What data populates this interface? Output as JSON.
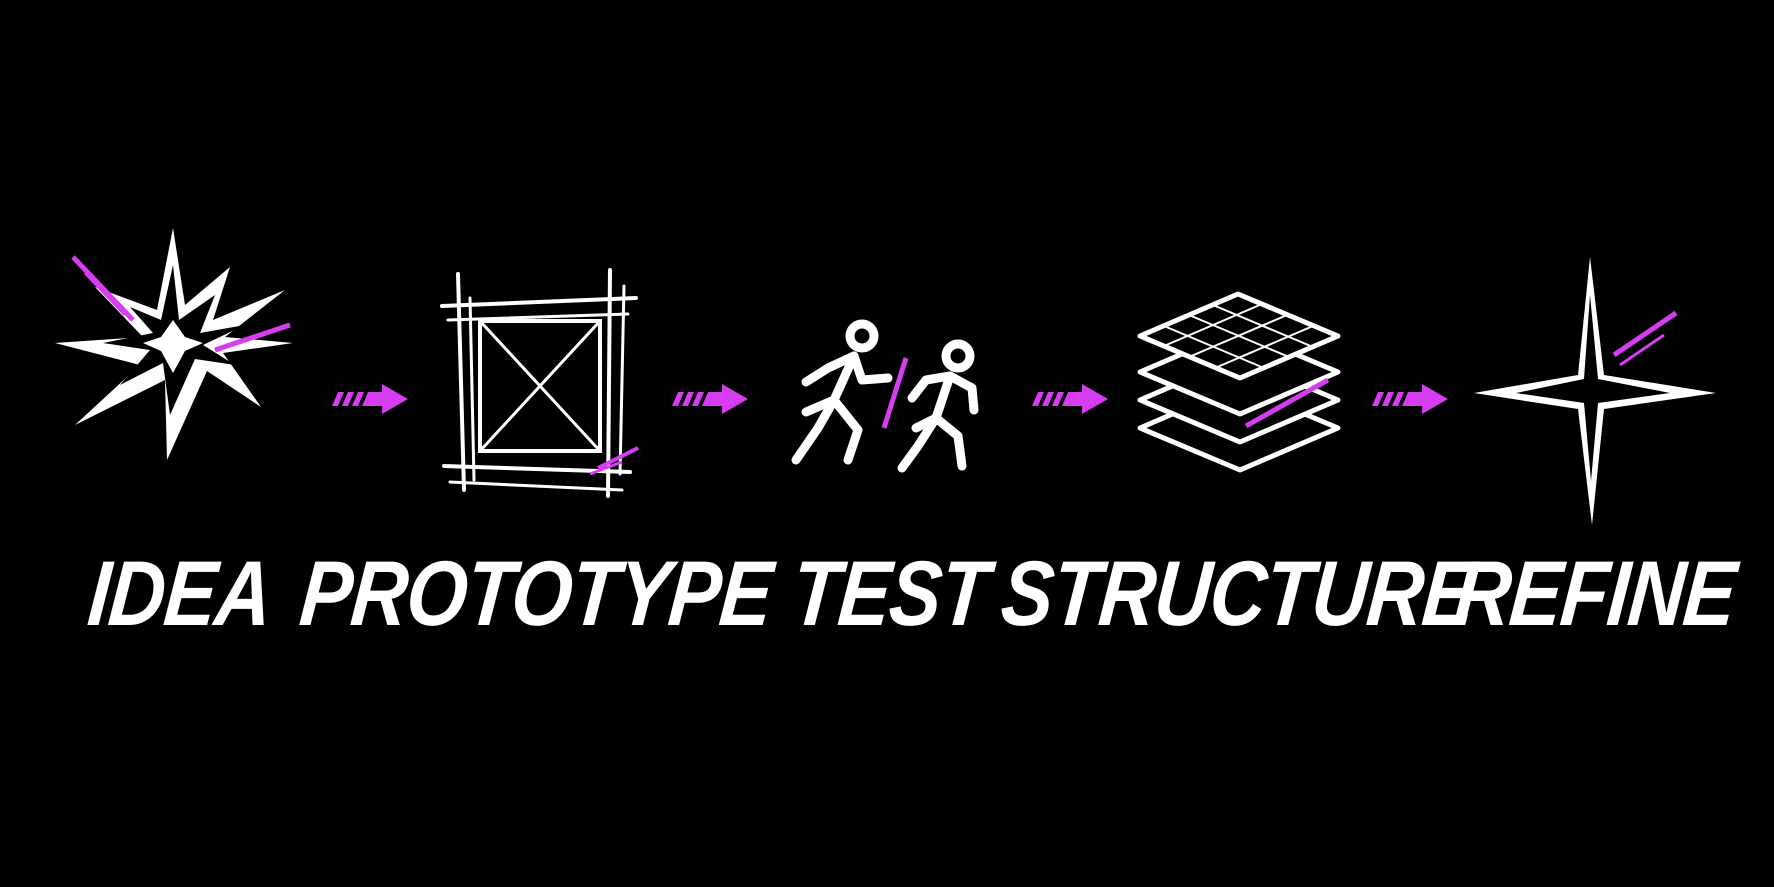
{
  "diagram": {
    "stages": [
      {
        "label": "IDEA",
        "icon": "starburst-icon"
      },
      {
        "label": "PROTOTYPE",
        "icon": "wireframe-box-icon"
      },
      {
        "label": "TEST",
        "icon": "running-figures-icon"
      },
      {
        "label": "STRUCTURE",
        "icon": "stacked-layers-icon"
      },
      {
        "label": "REFINE",
        "icon": "four-point-star-icon"
      }
    ],
    "connector_icon": "dashed-arrow-icon",
    "colors": {
      "background": "#000000",
      "foreground": "#ffffff",
      "accent": "#d63cf0"
    }
  }
}
